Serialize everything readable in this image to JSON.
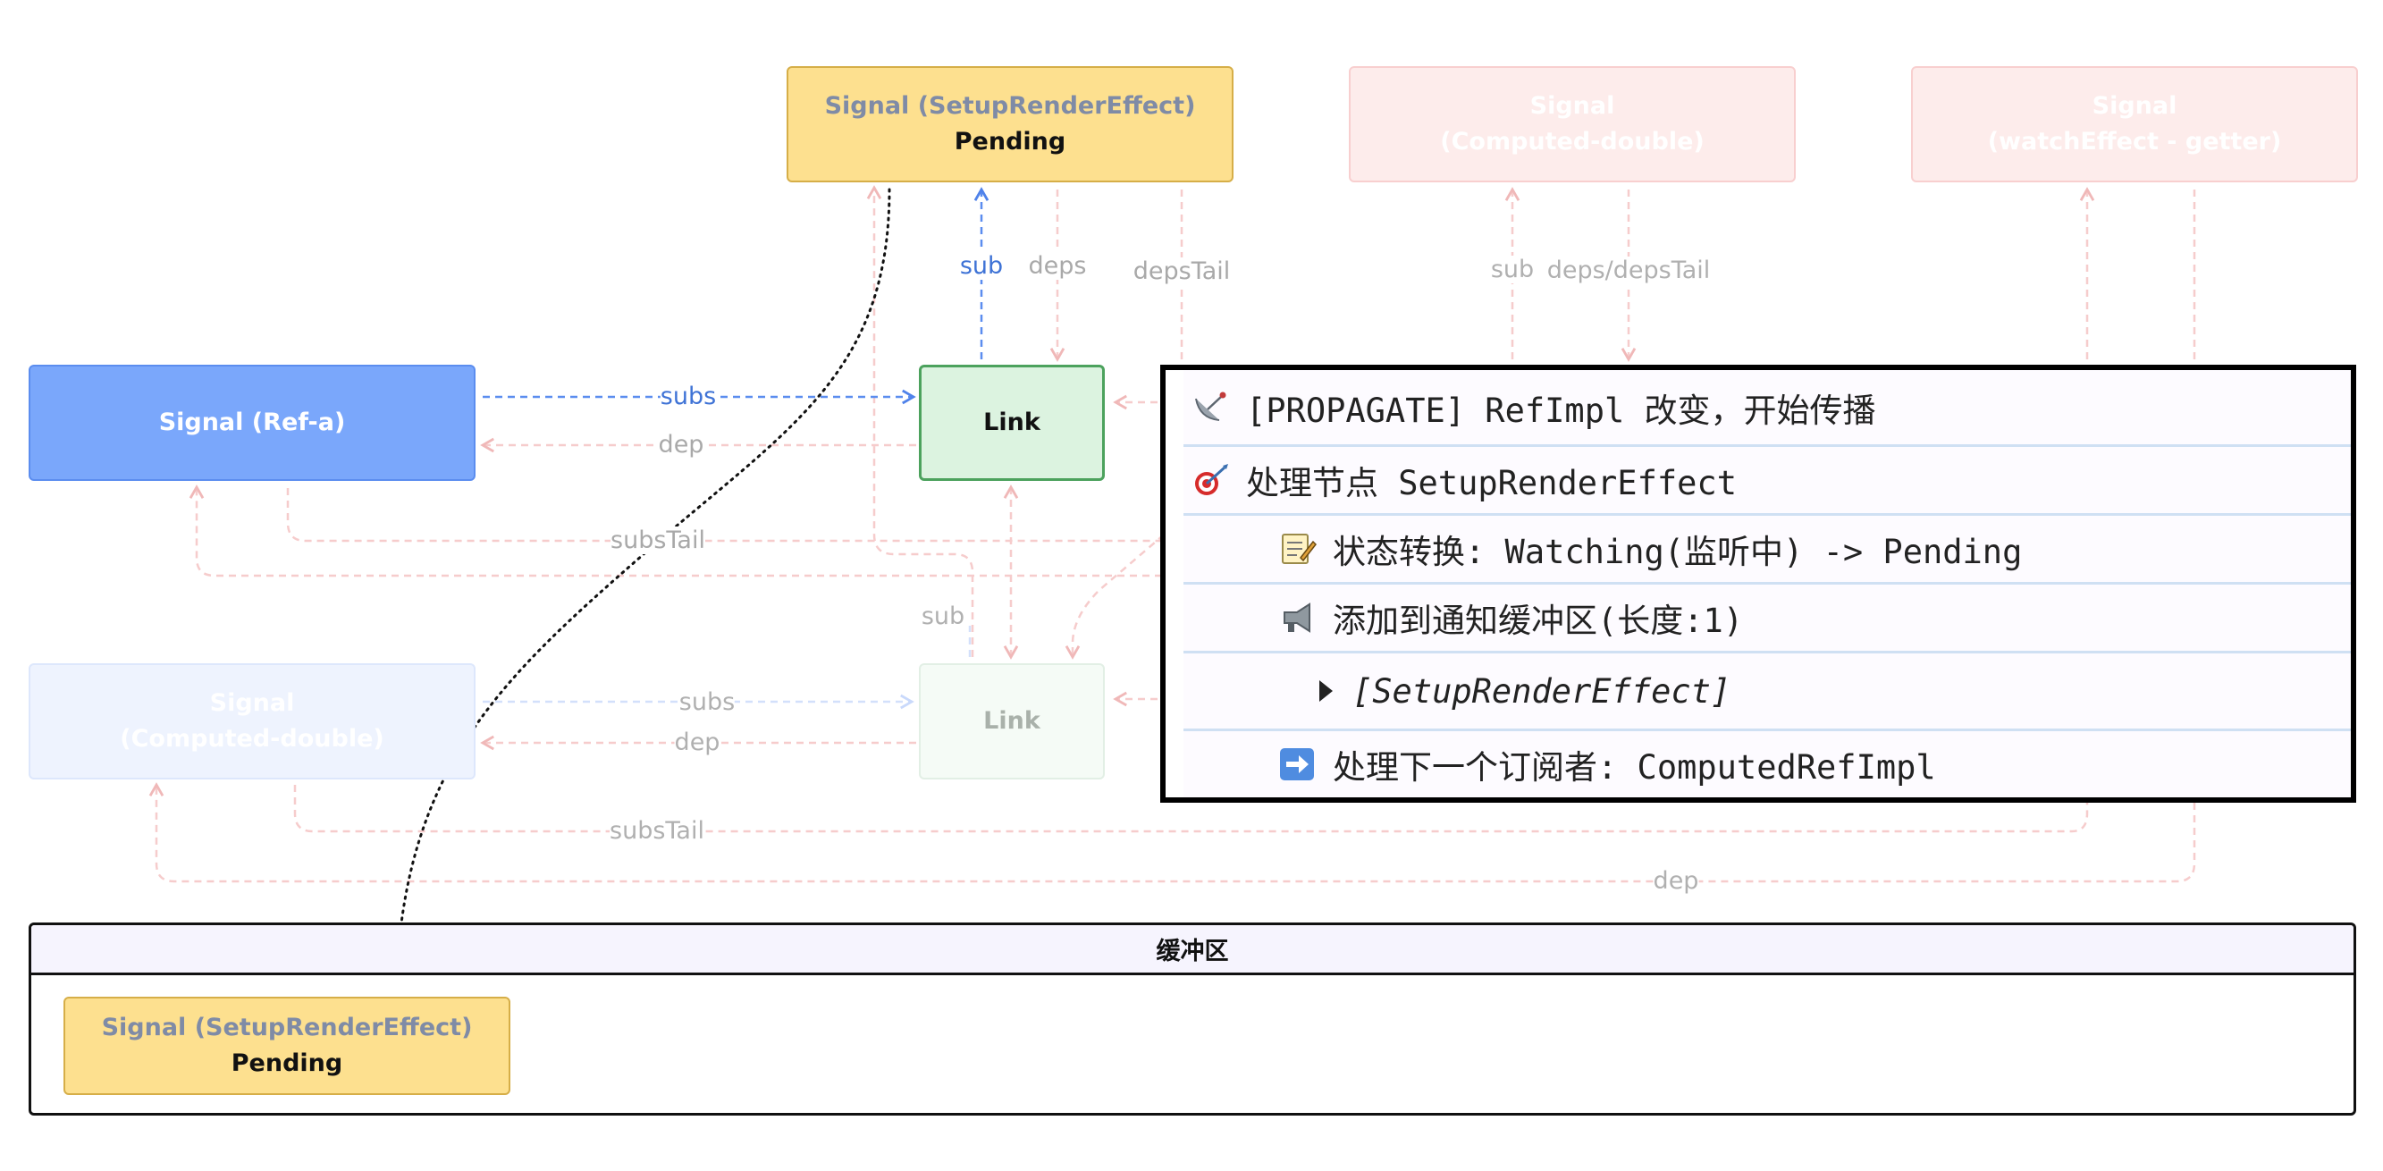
{
  "diagram": {
    "nodes": {
      "setup_render_effect": {
        "title": "Signal (SetupRenderEffect)",
        "status": "Pending"
      },
      "computed_double_top": {
        "title": "Signal",
        "subtitle": "(Computed-double)"
      },
      "watch_effect_getter": {
        "title": "Signal",
        "subtitle": "(watchEffect - getter)"
      },
      "ref_a": {
        "title": "Signal (Ref-a)"
      },
      "link_top": {
        "title": "Link"
      },
      "computed_double_left": {
        "title": "Signal",
        "subtitle": "(Computed-double)"
      },
      "link_bottom": {
        "title": "Link"
      }
    },
    "edge_labels": {
      "sub_blue": "sub",
      "deps": "deps",
      "deps_tail": "depsTail",
      "sub_right": "sub",
      "deps_deps_tail": "deps/depsTail",
      "subs_top": "subs",
      "dep_top": "dep",
      "subs_tail_top": "subsTail",
      "sub_mid": "sub",
      "subs_bottom": "subs",
      "dep_bottom": "dep",
      "subs_tail_bottom": "subsTail",
      "dep_long": "dep"
    }
  },
  "log_panel": {
    "rows": [
      {
        "icon": "satellite-dish-icon",
        "text": "[PROPAGATE] RefImpl 改变，开始传播"
      },
      {
        "icon": "target-icon",
        "text": "处理节点 SetupRenderEffect"
      },
      {
        "icon": "memo-icon",
        "text": "状态转换: Watching(监听中) -> Pending"
      },
      {
        "icon": "megaphone-icon",
        "text": "添加到通知缓冲区(长度:1)"
      },
      {
        "icon": "triangle-right-icon",
        "text": "[SetupRenderEffect]"
      },
      {
        "icon": "right-arrow-icon",
        "text": "处理下一个订阅者: ComputedRefImpl"
      }
    ]
  },
  "buffer": {
    "title": "缓冲区",
    "items": [
      {
        "title": "Signal (SetupRenderEffect)",
        "status": "Pending"
      }
    ]
  },
  "colors": {
    "active_blue": "#7aa7fb",
    "pending_yellow": "#fde08f",
    "link_green": "#dcf3e0",
    "faded_red": "#fbe4e4",
    "arrow_blue": "#5b8def",
    "arrow_pink": "#f3c0c0"
  }
}
